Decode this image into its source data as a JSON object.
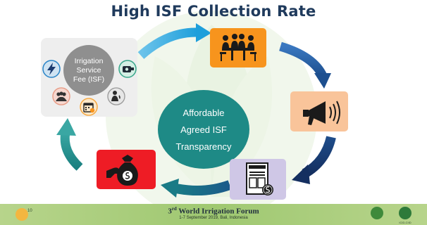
{
  "title": "High ISF Collection Rate",
  "isf_panel": {
    "circle_lines": [
      "Irrigation",
      "Service",
      "Fee (ISF)"
    ],
    "icons": [
      "lightning-icon",
      "water-pump-icon",
      "group-meeting-icon",
      "water-user-icon",
      "calendar-icon"
    ]
  },
  "center": {
    "lines": [
      "Affordable",
      "Agreed ISF",
      "Transparency"
    ]
  },
  "cycle_boxes": [
    {
      "icon": "meeting-table-icon",
      "color": "#f7941d"
    },
    {
      "icon": "megaphone-icon",
      "color": "#f9c49a"
    },
    {
      "icon": "invoice-icon",
      "color": "#cfc7e6"
    },
    {
      "icon": "money-bag-hand-icon",
      "color": "#ee1c25"
    }
  ],
  "colors": {
    "title": "#1f3a5c",
    "center_circle": "#1e8a86",
    "isf_circle": "#8f8f8f",
    "arrow_light_blue": "#29a8e0",
    "arrow_dark_blue": "#1f4e8c",
    "arrow_teal": "#1a7d80",
    "footer_green": "#a8cf7c"
  },
  "footer": {
    "ordinal_number": "3",
    "ordinal_suffix": "rd",
    "title_rest": " World Irrigation Forum",
    "subtitle": "1-7 September 2019, Bali, Indonesia",
    "left_logo_text": "10",
    "right_logo_captions": [
      "",
      "ICID-CIID"
    ]
  }
}
